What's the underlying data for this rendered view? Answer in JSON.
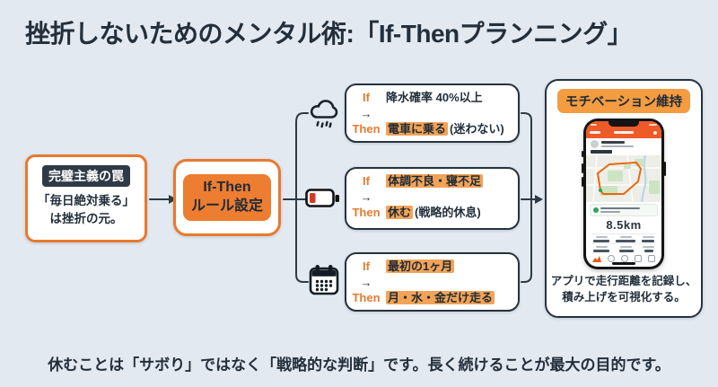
{
  "title": "挫折しないためのメンタル術:「If-Thenプランニング」",
  "footer": "休むことは「サボり」ではなく「戦略的な判断」です。長く続けることが最大の目的です。",
  "colors": {
    "background": "#e3e9f0",
    "accent_orange": "#e8792f",
    "highlight_orange": "#f2a357",
    "dark_navy": "#26323e",
    "badge_dark": "#2e3a46",
    "battery_red": "#d4392a",
    "app_header_orange": "#ee5a28",
    "route_orange": "#e8680f"
  },
  "left_box": {
    "badge": "完璧主義の罠",
    "line1": "「毎日絶対乗る」",
    "line2": "は挫折の元。"
  },
  "center_box": {
    "line1": "If-Then",
    "line2": "ルール設定"
  },
  "branches": [
    {
      "icon": "rain-cloud-icon",
      "if_label": "If",
      "arrow": "→",
      "then_label": "Then",
      "if_text": "降水確率 40%以上",
      "then_text": "電車に乗る",
      "then_note": "(迷わない)"
    },
    {
      "icon": "low-battery-icon",
      "if_label": "If",
      "arrow": "→",
      "then_label": "Then",
      "if_text": "体調不良・寝不足",
      "then_text": "休む",
      "then_note": "(戦略的休息)"
    },
    {
      "icon": "calendar-icon",
      "if_label": "If",
      "arrow": "→",
      "then_label": "Then",
      "if_text": "最初の1ヶ月",
      "then_text": "月・水・金だけ走る",
      "then_note": ""
    }
  ],
  "right_panel": {
    "badge": "モチベーション維持",
    "caption_line1": "アプリで走行距離を記録し、",
    "caption_line2": "積み上げを可視化する。",
    "phone": {
      "distance": "8.5km"
    }
  }
}
